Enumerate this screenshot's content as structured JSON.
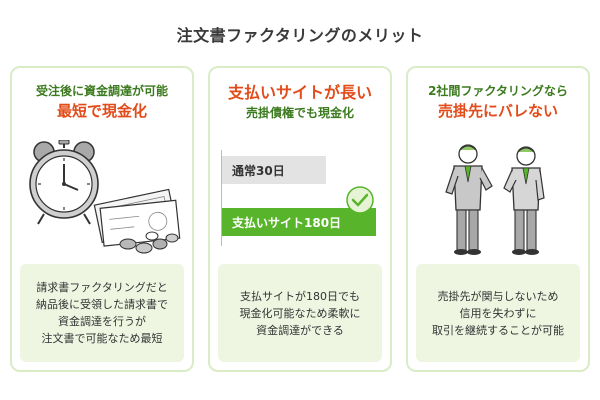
{
  "title": "注文書ファクタリングのメリット",
  "colors": {
    "accent_green": "#58b52b",
    "accent_red": "#e24c1a",
    "card_border": "#d9ecc6",
    "note_bg": "#eef6e2"
  },
  "cards": [
    {
      "sub": "受注後に資金調達が可能",
      "main": "最短で現金化",
      "illustration": [
        "alarm-clock-icon",
        "banknotes-icon",
        "coins-icon"
      ],
      "note": [
        "請求書ファクタリングだと",
        "納品後に受領した請求書で",
        "資金調達を行うが",
        "注文書で可能なため最短"
      ]
    },
    {
      "main": "支払いサイトが長い",
      "sub": "売掛債権でも現金化",
      "bars": {
        "normal": "通常30日",
        "long": "支払いサイト180日"
      },
      "note": [
        "支払サイトが180日でも",
        "現金化可能なため柔軟に",
        "資金調達ができる"
      ]
    },
    {
      "sub": "2社間ファクタリングなら",
      "main": "売掛先にバレない",
      "illustration": [
        "businessman-icon",
        "businessman-icon"
      ],
      "note": [
        "売掛先が関与しないため",
        "信用を失わずに",
        "取引を継続することが可能"
      ]
    }
  ]
}
